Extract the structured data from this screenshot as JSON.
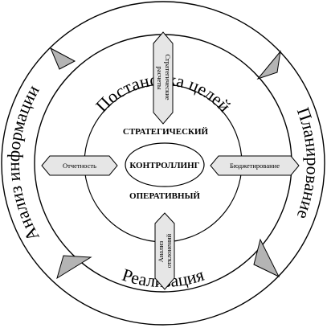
{
  "outer_cycle": {
    "top": "Постановка целей",
    "right": "Планирование",
    "bottom": "Реализация",
    "left": "Анализ информации"
  },
  "inner": {
    "upper": "СТРАТЕГИЧЕСКИЙ",
    "center": "КОНТРОЛЛИНГ",
    "lower": "ОПЕРАТИВНЫЙ"
  },
  "arrows": {
    "top": [
      "Стратегические",
      "расчеты"
    ],
    "right": "Бюджетирование",
    "bottom": [
      "Анализ",
      "отклонений"
    ],
    "left": "Отчетность"
  },
  "colors": {
    "line": "#000000",
    "background": "#ffffff",
    "gray_fill": "#b4b4b4",
    "arrow_fill": "#e6e6e6"
  }
}
